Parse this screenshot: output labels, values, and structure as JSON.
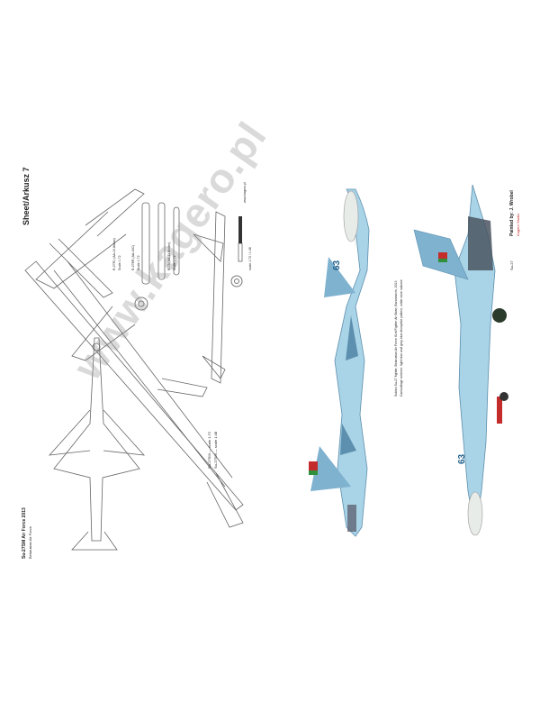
{
  "sheet": {
    "title": "Sheet/Arkusz 7",
    "subtitle_lines": [
      "Su-27SM — scale 1:72",
      "Su-27SM — scale 1:48"
    ],
    "bottom_caption": "Su-27SM Air Force 2013",
    "bottom_caption_sub": "Belarusian Air Force",
    "weapons_labels": [
      "R-27R1 (AA-10 Alamo)",
      "Scale 1:72",
      "R-27ER (AA-10C)",
      "Scale 1:72",
      "R-73 (AA-11 Archer)",
      "Scale 1:72"
    ],
    "scale_note_1": "www.kagero.pl",
    "scale_note_2": "scale 1:72 / 1:48",
    "color_caption_1": "Sukhoi Su-27 fighter, Belarusian Air Force 61st Fighter Air Base, Baranovichi, 2013",
    "color_caption_2": "Camouflage scheme: light blue and grey-blue disruptive pattern, white nose radome",
    "author_block": "Painted by: J. Wrobel",
    "author_sub": "Kagero Studio",
    "side_label": "Su-27",
    "tail_number": "63",
    "watermark": "www.kagero.pl"
  },
  "colors": {
    "camo_light": "#a9d3e6",
    "camo_mid": "#7fb2cf",
    "camo_dark": "#5d8fae",
    "radome": "#e8ece8",
    "line": "#555555",
    "flag_red": "#c42b2b",
    "flag_green": "#2f8f3a"
  }
}
